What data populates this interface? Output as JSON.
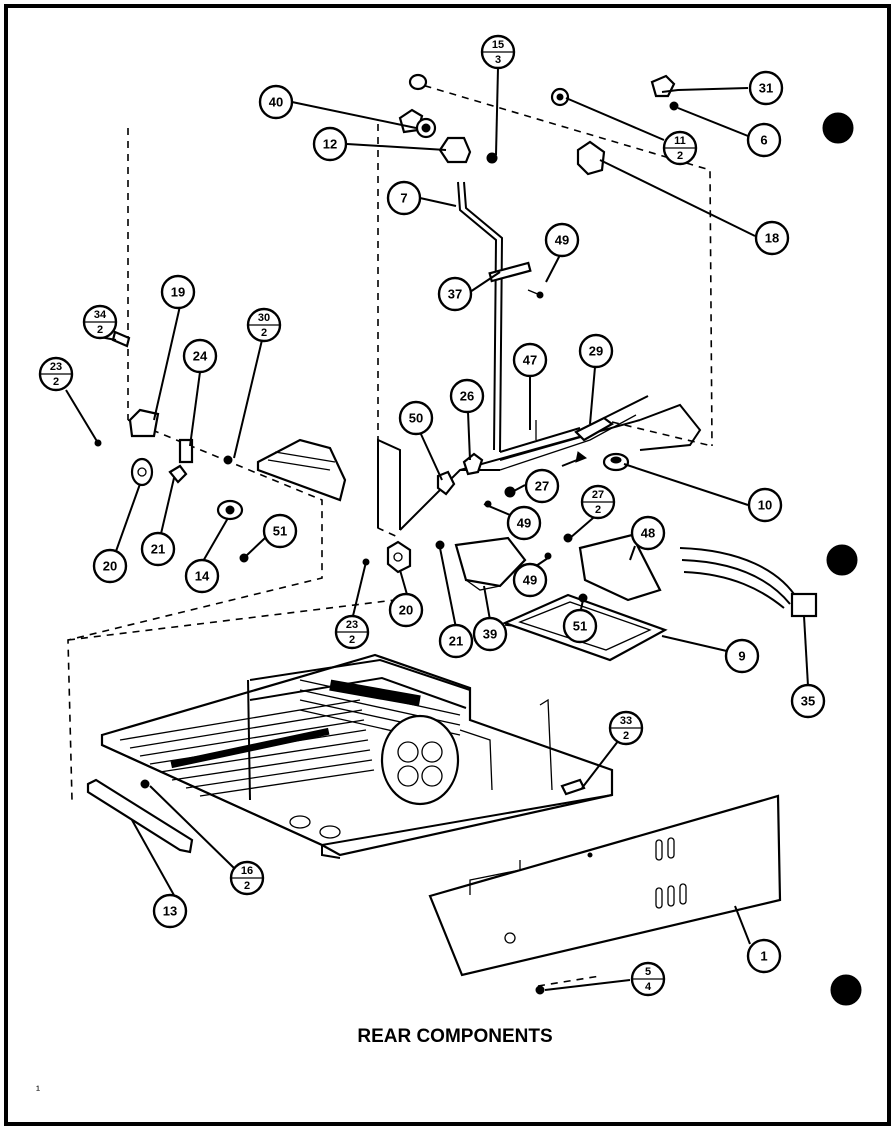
{
  "caption": "REAR COMPONENTS",
  "corner_mark": "¹",
  "callouts": [
    {
      "id": "c40",
      "label": "40"
    },
    {
      "id": "c12",
      "label": "12"
    },
    {
      "id": "c15",
      "label": "15",
      "sub": "3"
    },
    {
      "id": "c31",
      "label": "31"
    },
    {
      "id": "c6",
      "label": "6"
    },
    {
      "id": "c11",
      "label": "11",
      "sub": "2"
    },
    {
      "id": "c18",
      "label": "18"
    },
    {
      "id": "c7",
      "label": "7"
    },
    {
      "id": "c49a",
      "label": "49"
    },
    {
      "id": "c37",
      "label": "37"
    },
    {
      "id": "c47",
      "label": "47"
    },
    {
      "id": "c29",
      "label": "29"
    },
    {
      "id": "c19",
      "label": "19"
    },
    {
      "id": "c34",
      "label": "34",
      "sub": "2"
    },
    {
      "id": "c24",
      "label": "24"
    },
    {
      "id": "c30",
      "label": "30",
      "sub": "2"
    },
    {
      "id": "c23a",
      "label": "23",
      "sub": "2"
    },
    {
      "id": "c50",
      "label": "50"
    },
    {
      "id": "c26",
      "label": "26"
    },
    {
      "id": "c27a",
      "label": "27"
    },
    {
      "id": "c10",
      "label": "10"
    },
    {
      "id": "c49b",
      "label": "49"
    },
    {
      "id": "c27b",
      "label": "27",
      "sub": "2"
    },
    {
      "id": "c48",
      "label": "48"
    },
    {
      "id": "c20a",
      "label": "20"
    },
    {
      "id": "c21a",
      "label": "21"
    },
    {
      "id": "c14",
      "label": "14"
    },
    {
      "id": "c51a",
      "label": "51"
    },
    {
      "id": "c49c",
      "label": "49"
    },
    {
      "id": "c23b",
      "label": "23",
      "sub": "2"
    },
    {
      "id": "c20b",
      "label": "20"
    },
    {
      "id": "c21b",
      "label": "21"
    },
    {
      "id": "c39",
      "label": "39"
    },
    {
      "id": "c51b",
      "label": "51"
    },
    {
      "id": "c9",
      "label": "9"
    },
    {
      "id": "c35",
      "label": "35"
    },
    {
      "id": "c33",
      "label": "33",
      "sub": "2"
    },
    {
      "id": "c16",
      "label": "16",
      "sub": "2"
    },
    {
      "id": "c13",
      "label": "13"
    },
    {
      "id": "c1",
      "label": "1"
    },
    {
      "id": "c5",
      "label": "5",
      "sub": "4"
    }
  ]
}
